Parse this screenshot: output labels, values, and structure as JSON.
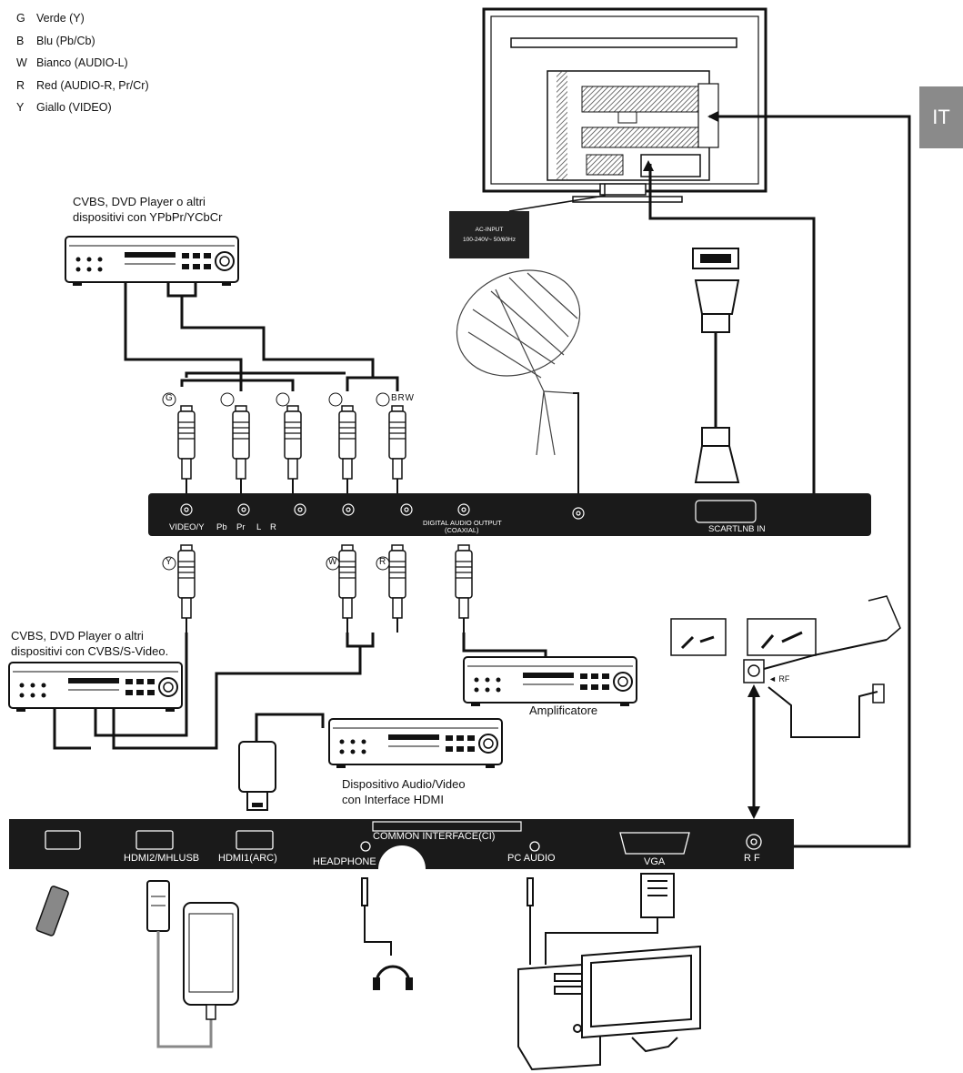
{
  "legend": [
    {
      "code": "G",
      "label": "Verde (Y)"
    },
    {
      "code": "B",
      "label": "Blu (Pb/Cb)"
    },
    {
      "code": "W",
      "label": "Bianco (AUDIO-L)"
    },
    {
      "code": "R",
      "label": "Red (AUDIO-R, Pr/Cr)"
    },
    {
      "code": "Y",
      "label": "Giallo (VIDEO)"
    }
  ],
  "language_tab": "IT",
  "ac_input": {
    "line1": "AC-INPUT",
    "line2": "100-240V~ 50/60Hz"
  },
  "devices": {
    "ypbpr_player": {
      "line1": "CVBS, DVD Player o altri",
      "line2": "dispositivi con YPbPr/YCbCr"
    },
    "cvbs_player": {
      "line1": "CVBS, DVD Player o altri",
      "line2": "dispositivi con CVBS/S-Video."
    },
    "amplifier": "Amplificatore",
    "hdmi_device": {
      "line1": "Dispositivo Audio/Video",
      "line2": "con Interface HDMI"
    }
  },
  "plug_labels": {
    "top_g": "G",
    "top_br": "B R W",
    "bottom_y": "Y",
    "bottom_w": "W",
    "bottom_r": "R"
  },
  "top_panel": {
    "video_y": "VIDEO/Y",
    "pb": "Pb",
    "pr": "Pr",
    "l": "L",
    "r": "R",
    "digital_audio_1": "DIGITAL AUDIO OUTPUT",
    "digital_audio_2": "(COAXIAL)",
    "scart": "SCART",
    "lnb": "LNB IN"
  },
  "bottom_panel": {
    "hdmi2": "HDMI2/MHLUSB",
    "hdmi1": "HDMI1(ARC)",
    "common_interface": "COMMON INTERFACE(CI)",
    "headphone": "HEADPHONE",
    "pc_audio": "PC AUDIO",
    "vga": "VGA",
    "rf": "R F"
  },
  "antenna": {
    "rf": "RF"
  }
}
